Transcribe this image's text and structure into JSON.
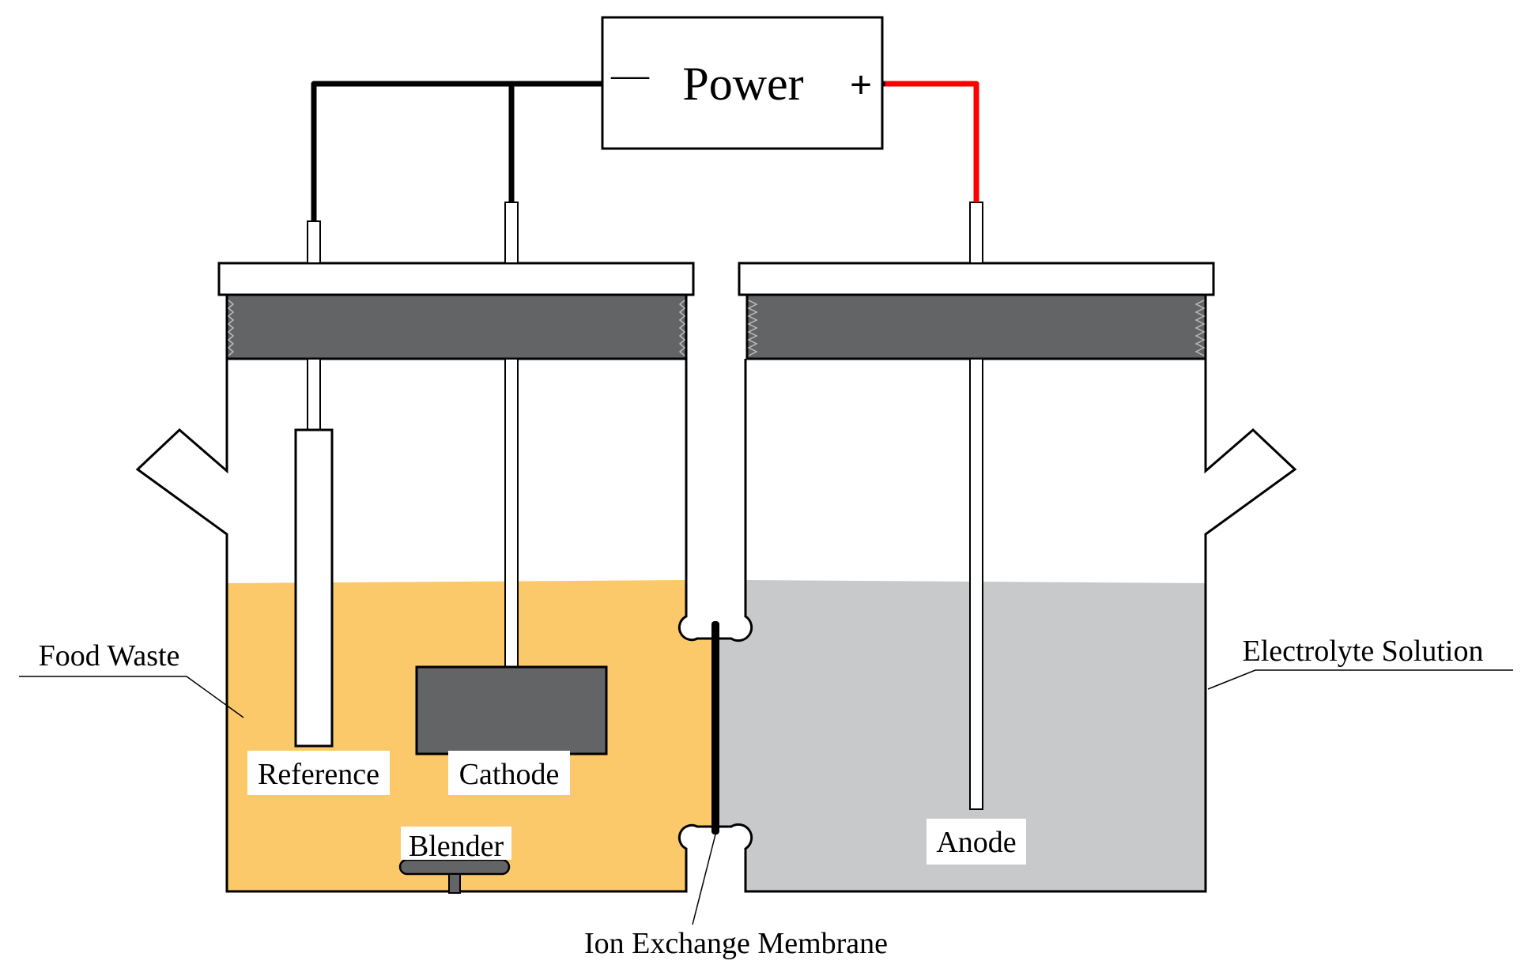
{
  "power": {
    "label": "Power",
    "minus": "—",
    "plus": "+"
  },
  "labels": {
    "food_waste": "Food Waste",
    "electrolyte": "Electrolyte Solution",
    "reference": "Reference",
    "cathode": "Cathode",
    "blender": "Blender",
    "anode": "Anode",
    "membrane": "Ion Exchange Membrane"
  },
  "colors": {
    "food_waste": "#fbc96a",
    "electrolyte": "#c8c9cb",
    "seal": "#636466",
    "cathode": "#636466",
    "wire_negative": "#000000",
    "wire_positive": "#ff0000"
  }
}
